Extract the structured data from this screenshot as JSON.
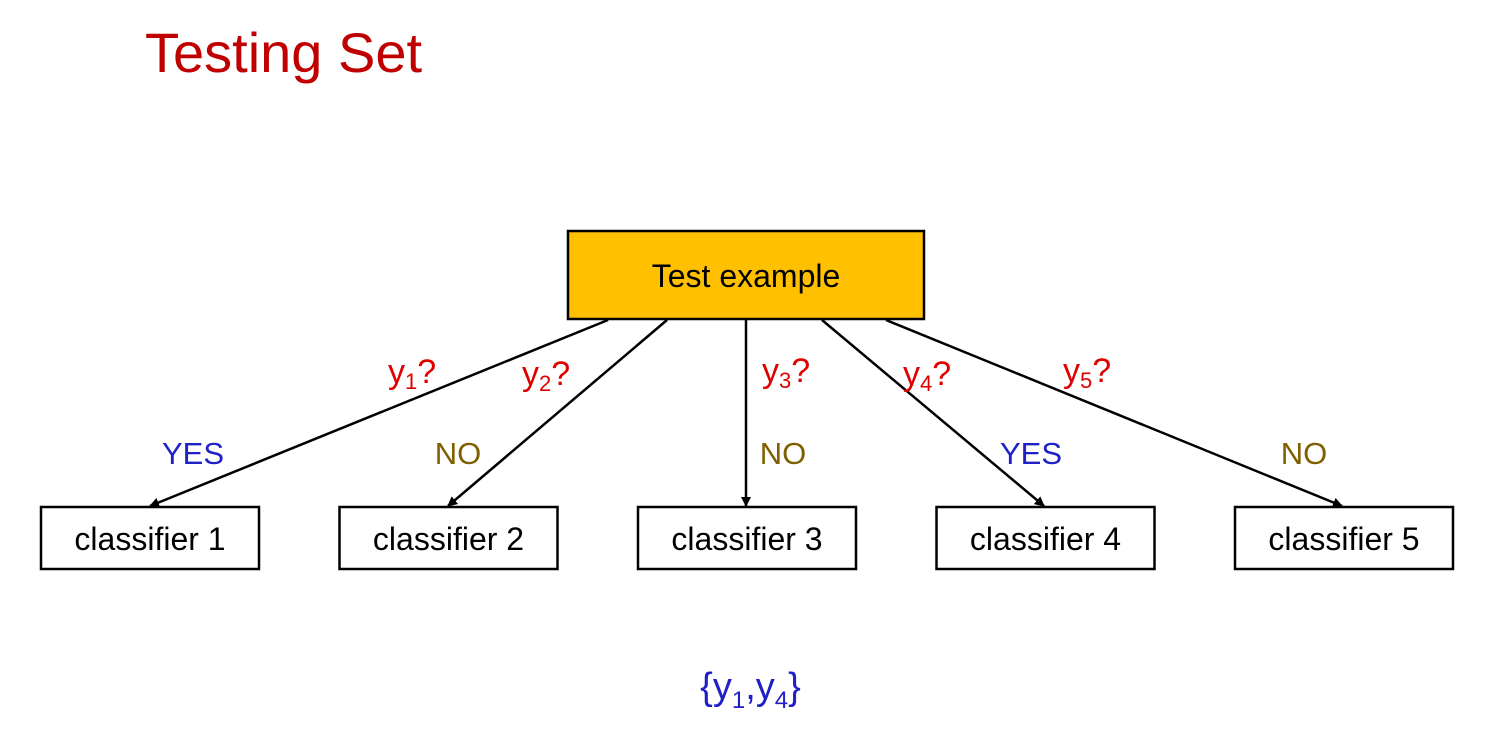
{
  "title": "Testing Set",
  "root": {
    "label": "Test example",
    "fill": "#ffc000",
    "stroke": "#000000"
  },
  "colors": {
    "question": "#e00000",
    "yes": "#2020c8",
    "no": "#7f6000",
    "result": "#2020c8",
    "title": "#c00000"
  },
  "branches": [
    {
      "question": "y",
      "sub": "1",
      "suffix": "?",
      "answer": "YES",
      "classifier": "classifier 1"
    },
    {
      "question": "y",
      "sub": "2",
      "suffix": "?",
      "answer": "NO",
      "classifier": "classifier 2"
    },
    {
      "question": "y",
      "sub": "3",
      "suffix": "?",
      "answer": "NO",
      "classifier": "classifier 3"
    },
    {
      "question": "y",
      "sub": "4",
      "suffix": "?",
      "answer": "YES",
      "classifier": "classifier 4"
    },
    {
      "question": "y",
      "sub": "5",
      "suffix": "?",
      "answer": "NO",
      "classifier": "classifier 5"
    }
  ],
  "result": {
    "open": "{y",
    "sub1": "1",
    "mid": ",y",
    "sub2": "4",
    "close": "}"
  }
}
